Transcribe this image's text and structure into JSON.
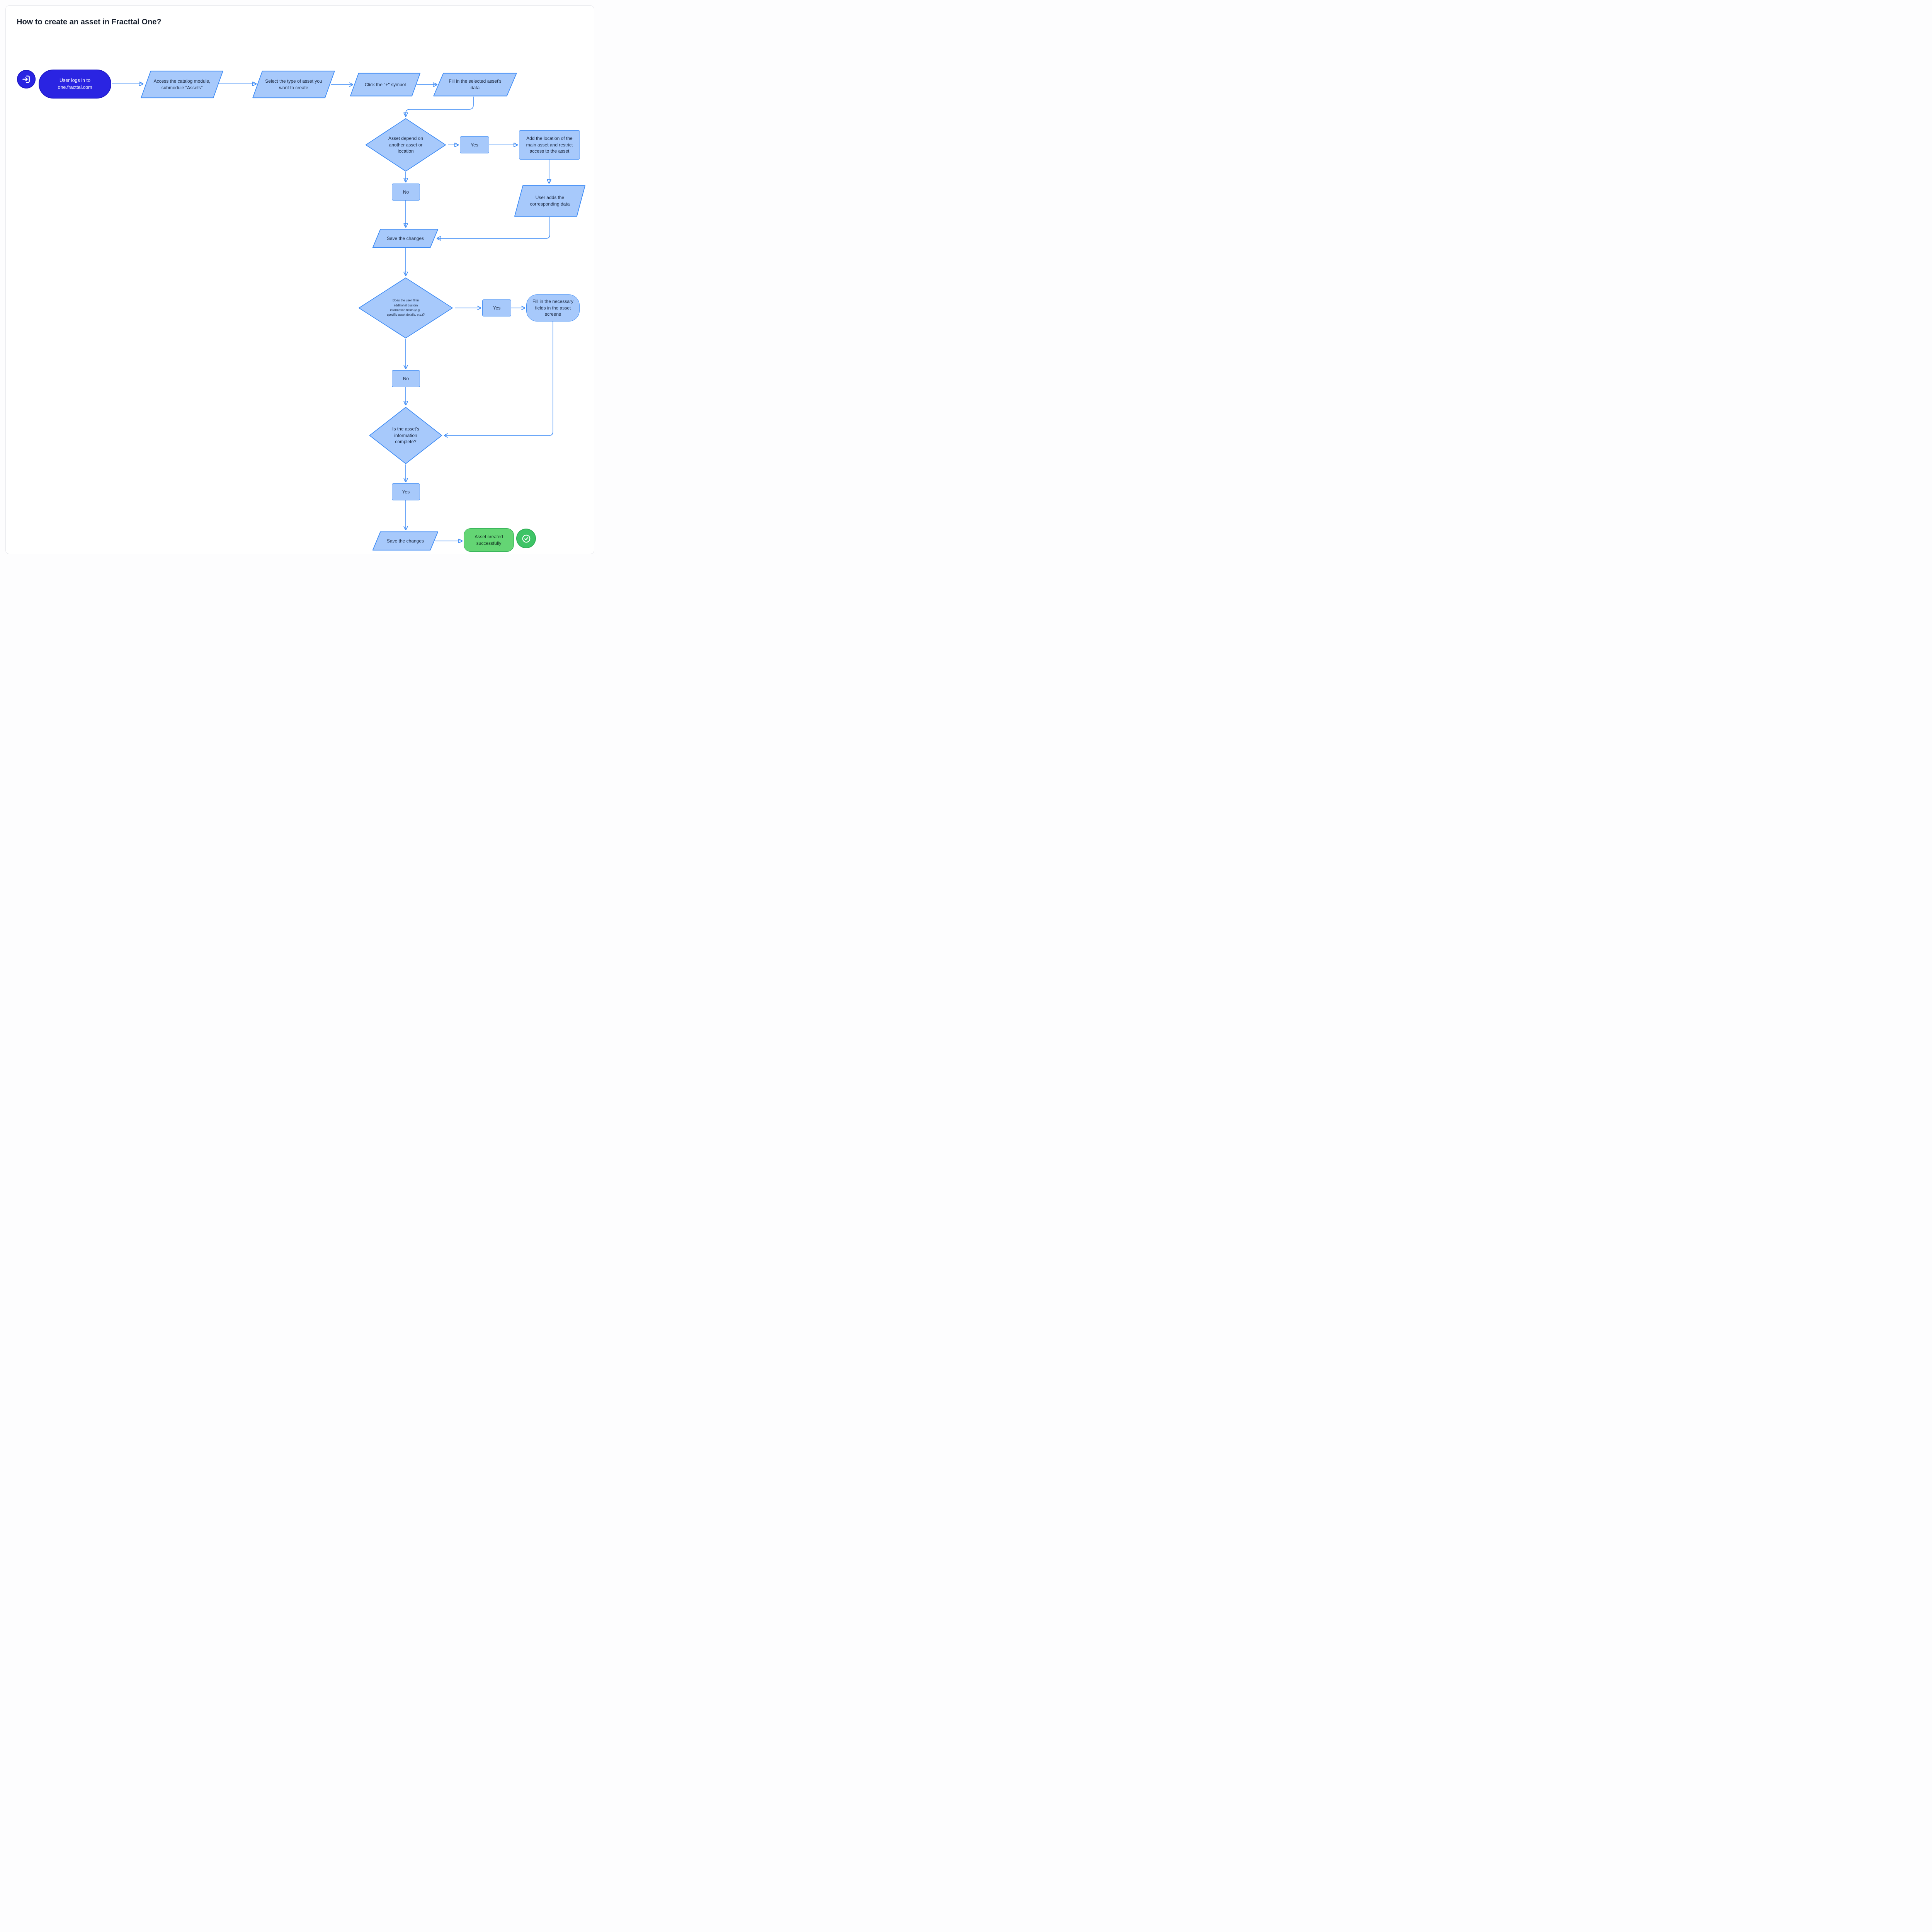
{
  "page": {
    "title": "How to create an asset in Fracttal One?"
  },
  "colors": {
    "accent": "#3d8bf5",
    "node_fill": "#a7c9fb",
    "start_fill": "#2a24e2",
    "success_fill": "#64d574"
  },
  "icons": {
    "login": "login-icon",
    "success_check": "check-circle-icon"
  },
  "nodes": {
    "start": {
      "label": "User logs in to one.fracttal.com"
    },
    "access_catalog": {
      "label": "Access the catalog module, submodule \"Assets\""
    },
    "select_type": {
      "label": "Select the type of asset you want to create"
    },
    "click_plus": {
      "label": "Click the \"+\" symbol"
    },
    "fill_data": {
      "label": "Fill in the selected asset's data"
    },
    "depend_decision": {
      "label": "Asset depend on another asset or location"
    },
    "depend_yes": {
      "label": "Yes"
    },
    "add_location": {
      "label": "Add the location of the main asset and restrict access to the asset"
    },
    "user_adds_data": {
      "label": "User adds the corresponding data"
    },
    "depend_no": {
      "label": "No"
    },
    "save_changes_1": {
      "label": "Save the changes"
    },
    "custom_fields_decision": {
      "label": "Does the user fill in additional custom information fields (e.g., specific asset details, etc.)?"
    },
    "custom_yes": {
      "label": "Yes"
    },
    "fill_necessary": {
      "label": "Fill in the necessary fields in the asset screens"
    },
    "custom_no": {
      "label": "No"
    },
    "complete_decision": {
      "label": "Is the asset's information complete?"
    },
    "complete_yes": {
      "label": "Yes"
    },
    "save_changes_2": {
      "label": "Save the changes"
    },
    "success": {
      "label": "Asset created successfully"
    }
  }
}
